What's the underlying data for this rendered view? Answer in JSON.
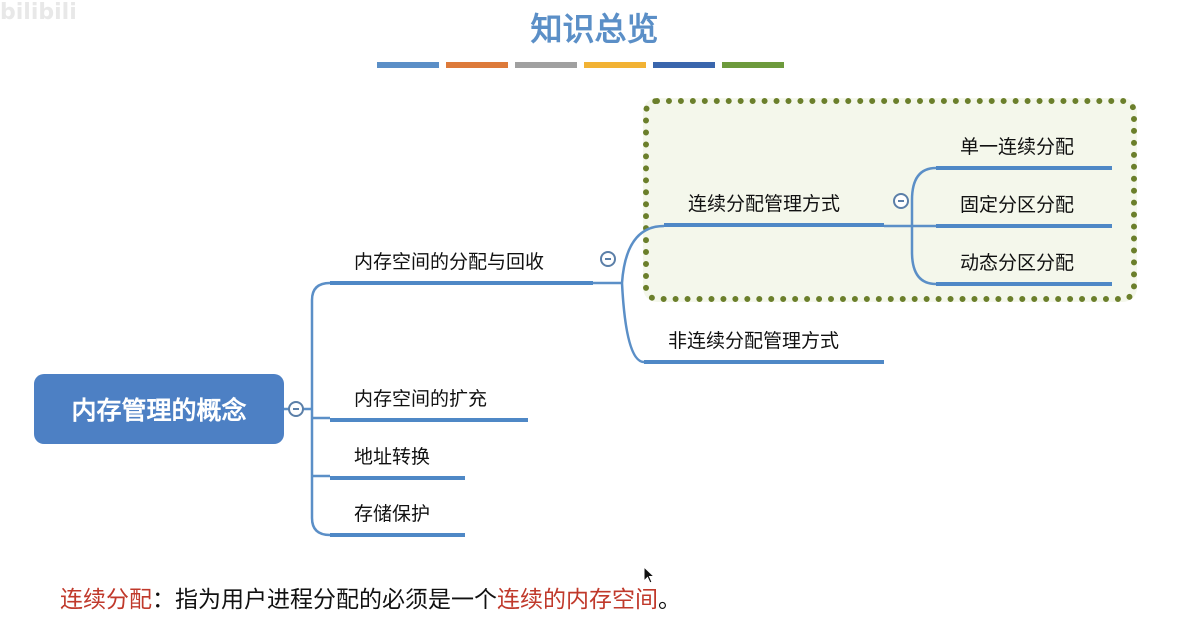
{
  "watermark": "bilibili",
  "title": "知识总览",
  "color_bars": [
    "#5b8fc7",
    "#dd7a3a",
    "#a0a0a0",
    "#f2b233",
    "#3a66ad",
    "#6d9a3c"
  ],
  "mindmap": {
    "root": "内存管理的概念",
    "branches": [
      {
        "label": "内存空间的分配与回收",
        "children": [
          {
            "label": "连续分配管理方式",
            "children": [
              "单一连续分配",
              "固定分区分配",
              "动态分区分配"
            ]
          },
          {
            "label": "非连续分配管理方式"
          }
        ]
      },
      {
        "label": "内存空间的扩充"
      },
      {
        "label": "地址转换"
      },
      {
        "label": "存储保护"
      }
    ]
  },
  "footnote": {
    "term": "连续分配",
    "colon": "：",
    "text1": "指为用户进程分配的必须是一个",
    "highlight": "连续的内存空间",
    "end": "。"
  }
}
